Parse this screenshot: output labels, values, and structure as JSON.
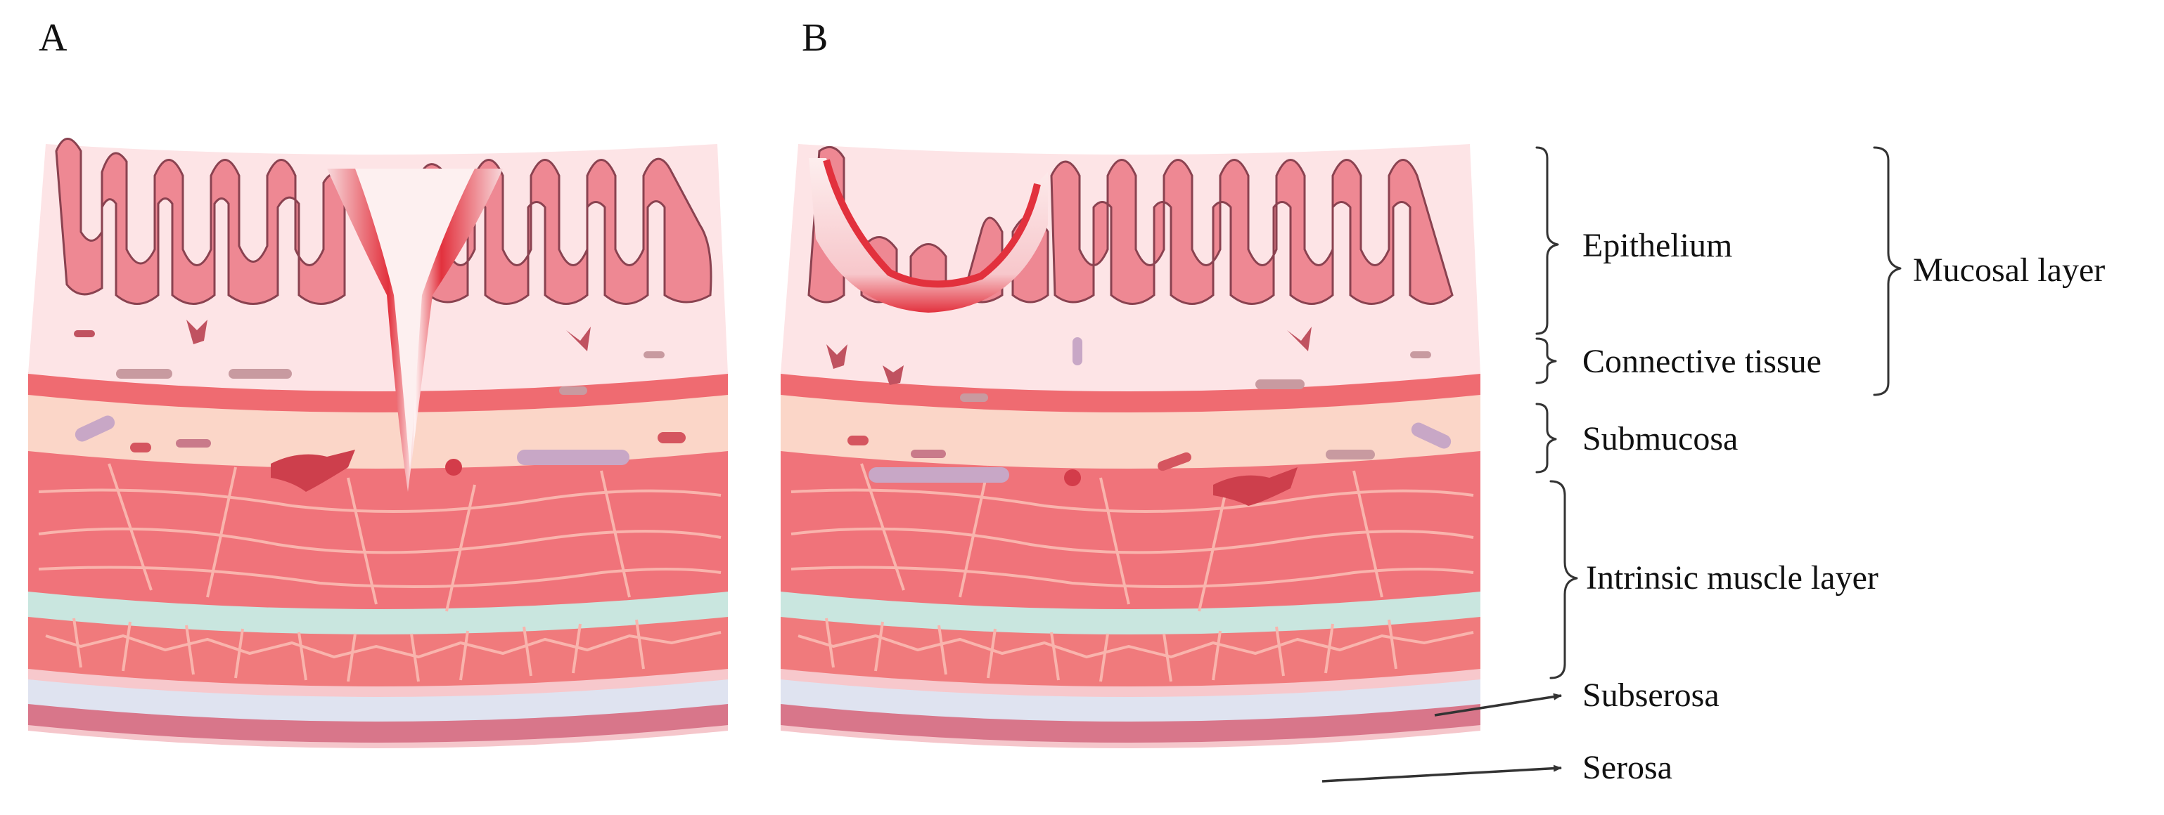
{
  "panels": {
    "a": "A",
    "b": "B"
  },
  "layers": {
    "epithelium": "Epithelium",
    "connective_tissue": "Connective tissue",
    "mucosal_layer": "Mucosal layer",
    "submucosa": "Submucosa",
    "intrinsic_muscle_layer": "Intrinsic muscle layer",
    "subserosa": "Subserosa",
    "serosa": "Serosa"
  }
}
